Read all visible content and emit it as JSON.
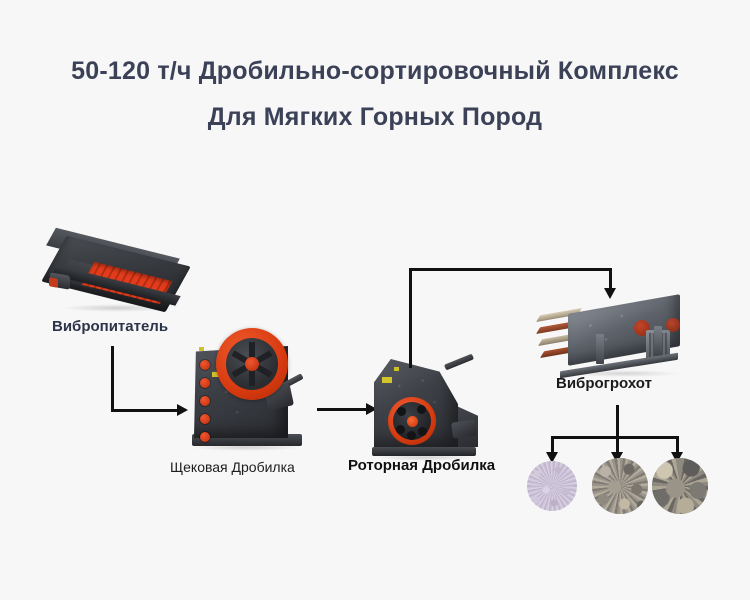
{
  "page": {
    "background_color": "#f7f7f7",
    "title_color": "#3b4156",
    "accent_color": "#e0390f",
    "connector_color": "#111111"
  },
  "title": {
    "line1": "50-120 т/ч Дробильно-сортировочный Комплекс",
    "line2": "Для Мягких Горных Пород"
  },
  "flow": {
    "stages": [
      {
        "id": "feeder",
        "label": "Вибропитатель",
        "label_color": "#2d3348",
        "label_weight": "bold"
      },
      {
        "id": "jaw-crusher",
        "label": "Щековая Дробилка",
        "label_color": "#1d1d1d",
        "label_weight": "regular"
      },
      {
        "id": "impact-crusher",
        "label": "Роторная Дробилка",
        "label_color": "#101010",
        "label_weight": "bold"
      },
      {
        "id": "vibrating-screen",
        "label": "Виброгрохот",
        "label_color": "#1b1b1b",
        "label_weight": "bold"
      }
    ],
    "products": [
      {
        "id": "product-fine",
        "grade": "fine"
      },
      {
        "id": "product-medium",
        "grade": "medium"
      },
      {
        "id": "product-coarse",
        "grade": "coarse"
      }
    ],
    "connectors": [
      {
        "id": "feeder-to-jaw",
        "shape": "elbow-down-right"
      },
      {
        "id": "jaw-to-impact",
        "shape": "straight-right"
      },
      {
        "id": "impact-to-screen",
        "shape": "elbow-up-right-down"
      },
      {
        "id": "screen-to-products",
        "shape": "tree-three-branch"
      }
    ]
  }
}
